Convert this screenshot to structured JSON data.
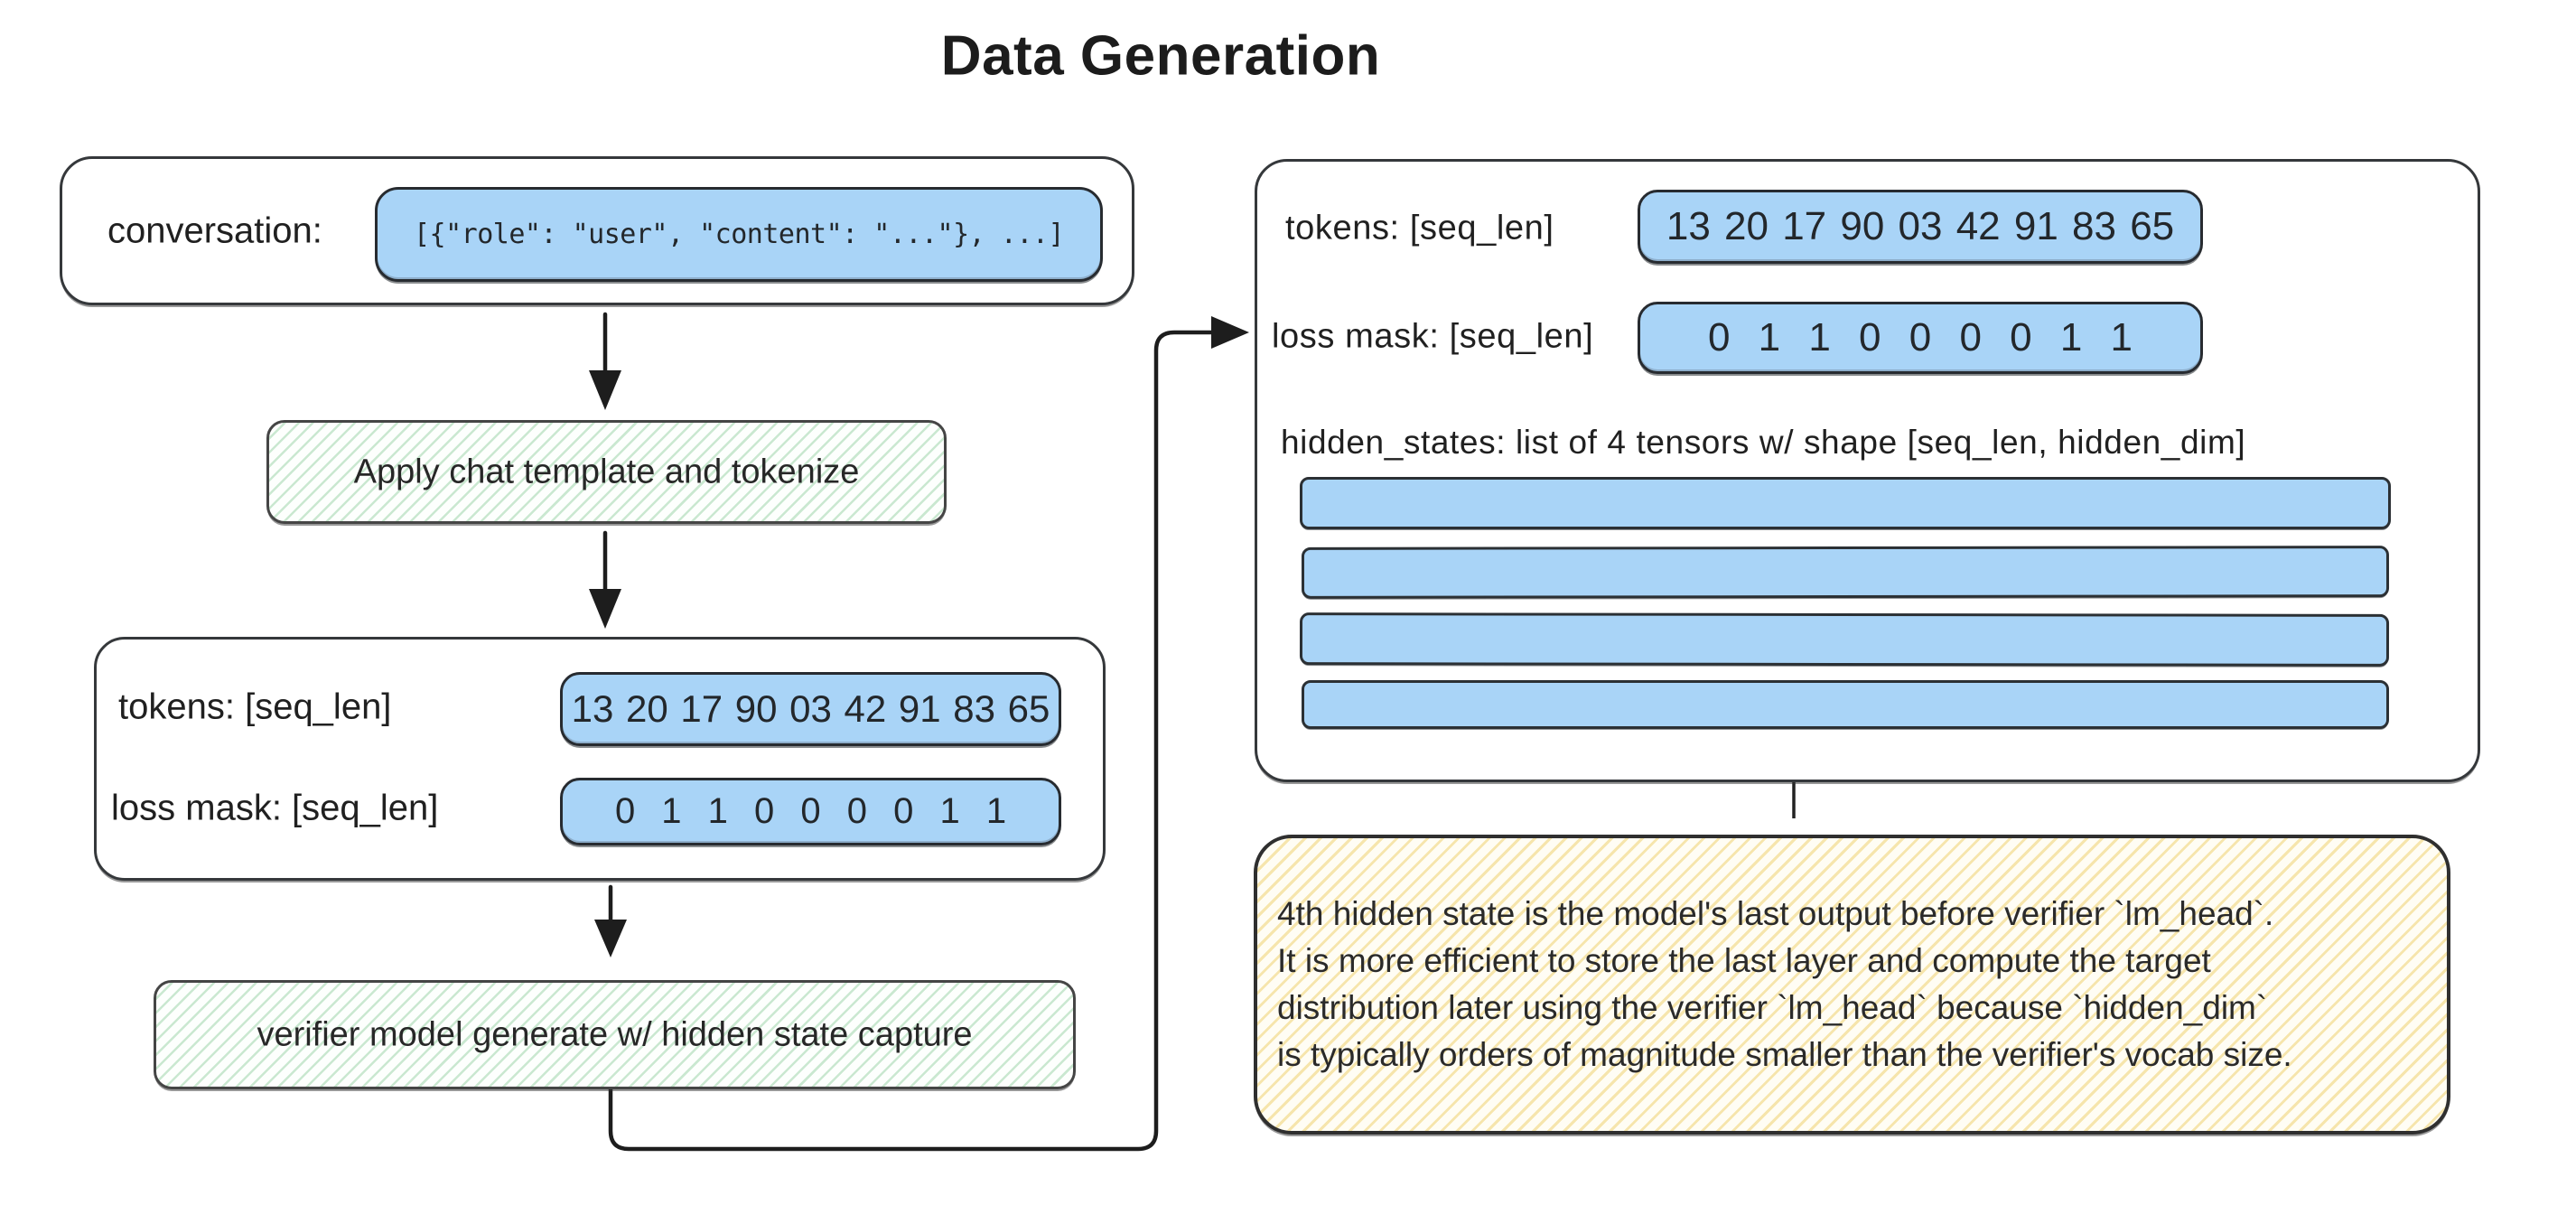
{
  "title": "Data Generation",
  "colors": {
    "pill_blue": "#a9d4f7",
    "green_hatch": "#7ec58e",
    "yellow_hatch": "#eecd64",
    "ink": "#2a2a2a"
  },
  "left": {
    "conversation_label": "conversation:",
    "conversation_value": "[{\"role\": \"user\", \"content\": \"...\"}, ...]",
    "step_apply_template": "Apply chat template and tokenize",
    "tokens_label": "tokens: [seq_len]",
    "tokens_values": "13 20 17 90 03 42 91 83 65",
    "loss_mask_label": "loss mask: [seq_len]",
    "loss_mask_values": "0 1 1 0 0 0 0 1 1",
    "step_verifier_generate": "verifier model generate w/ hidden state capture"
  },
  "right": {
    "tokens_label": "tokens: [seq_len]",
    "tokens_values": "13 20 17 90 03 42 91 83 65",
    "loss_mask_label": "loss mask: [seq_len]",
    "loss_mask_values": "0 1 1 0 0 0 0 1 1",
    "hidden_states_label": "hidden_states: list of 4 tensors w/ shape [seq_len, hidden_dim]"
  },
  "note": {
    "lines": [
      "4th hidden state is the model's last output before verifier `lm_head`.",
      "It is more efficient to store the last layer and compute the target",
      "distribution later using the verifier `lm_head` because `hidden_dim`",
      "is typically orders of magnitude smaller than the verifier's vocab size."
    ]
  }
}
